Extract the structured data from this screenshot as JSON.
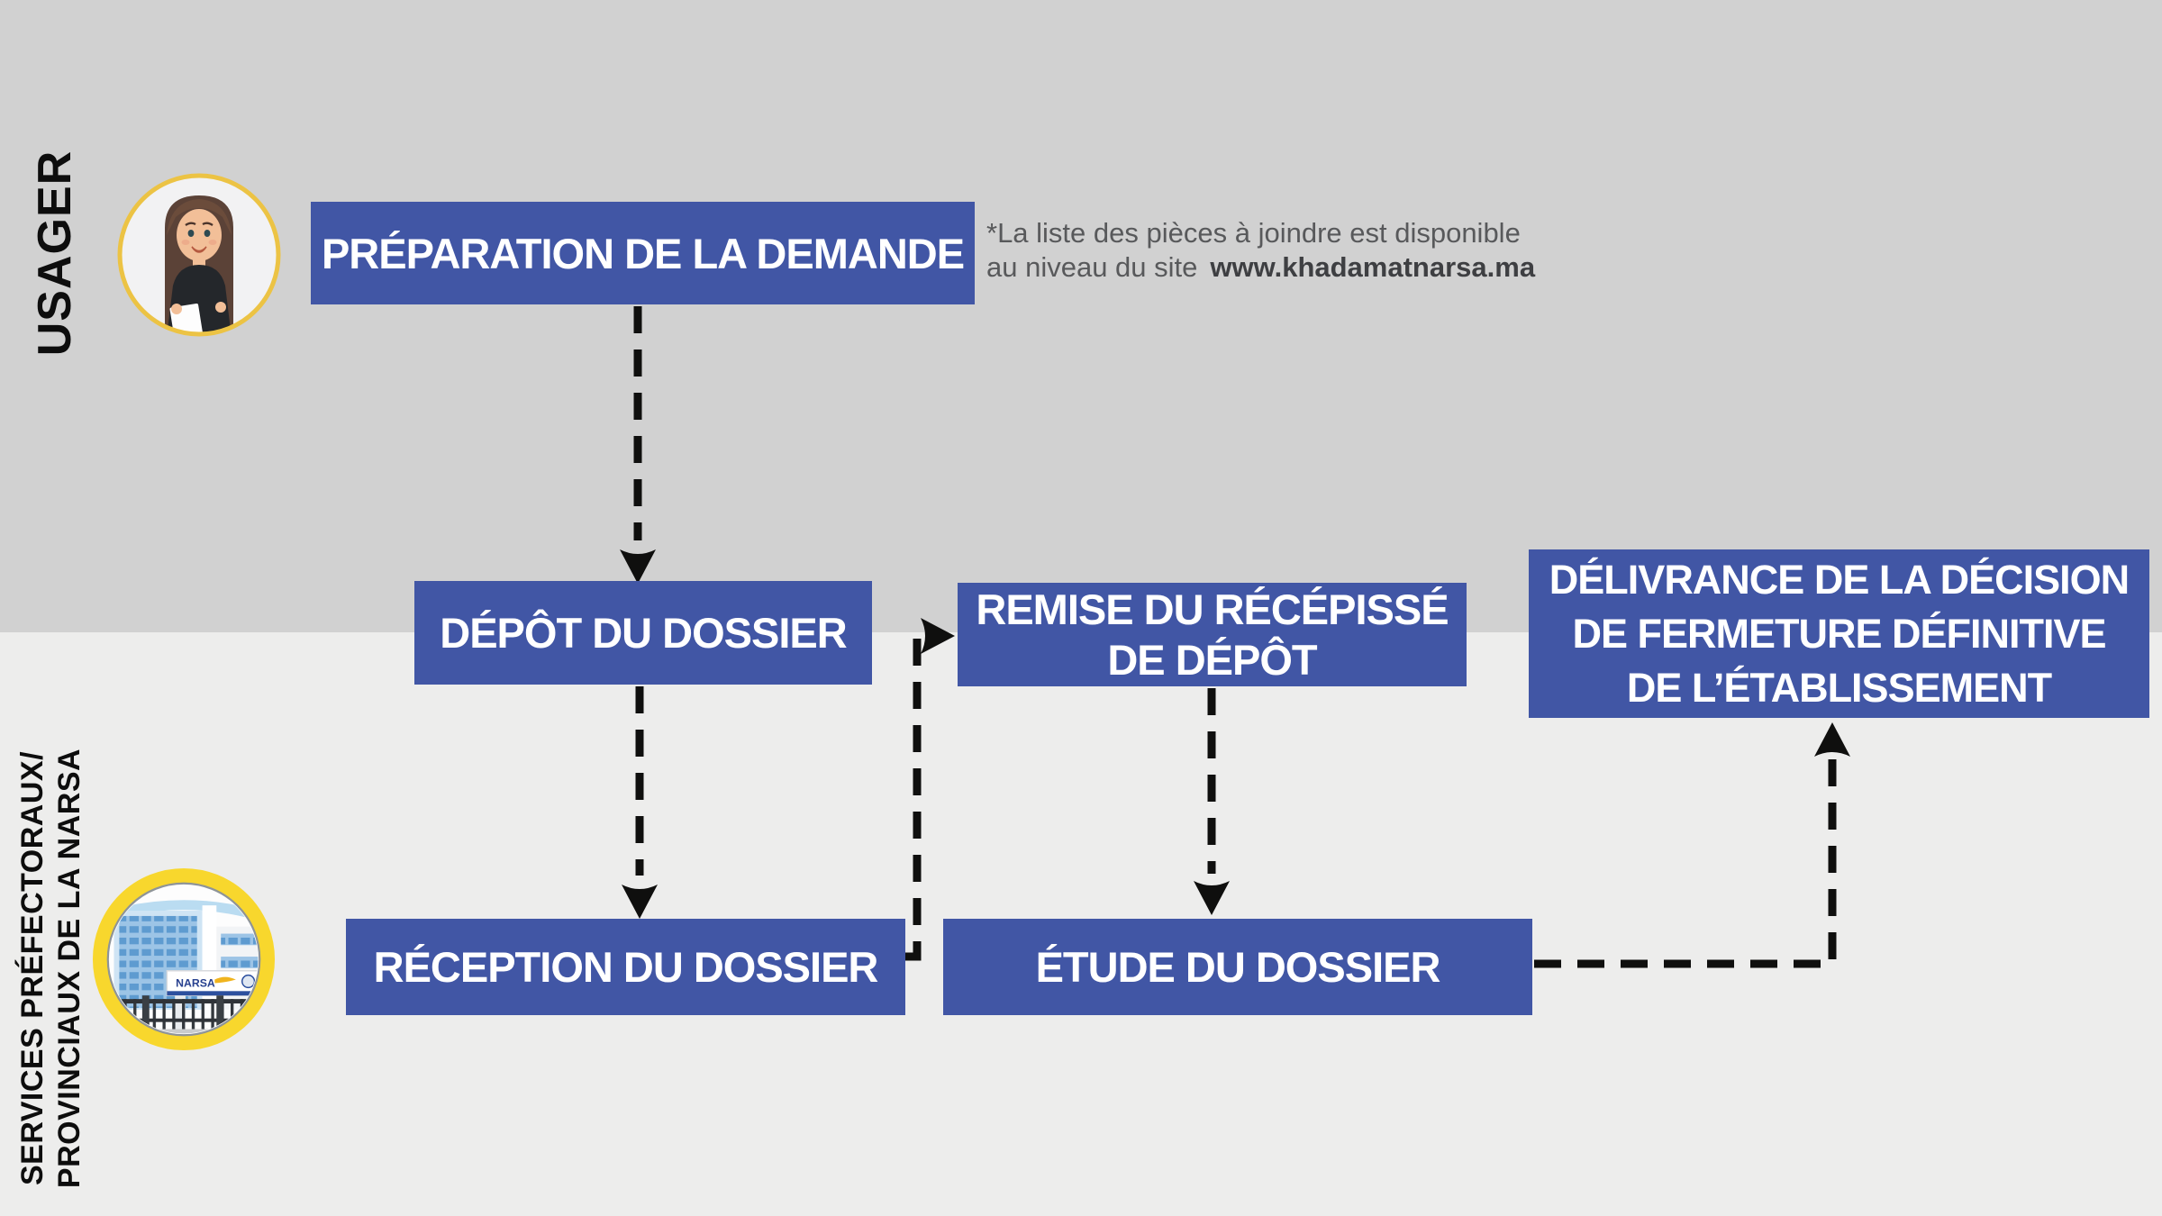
{
  "lanes": {
    "usager": {
      "label": "USAGER"
    },
    "services": {
      "label_line1": "SERVICES PRÉFECTORAUX/",
      "label_line2": "PROVINCIAUX DE LA NARSA"
    }
  },
  "steps": {
    "preparation": {
      "label": "PRÉPARATION DE LA DEMANDE"
    },
    "depot": {
      "label": "DÉPÔT DU DOSSIER"
    },
    "remise": {
      "line1": "REMISE DU RÉCÉPISSÉ",
      "line2": "DE DÉPÔT"
    },
    "delivrance": {
      "line1": "DÉLIVRANCE DE LA DÉCISION",
      "line2": "DE FERMETURE DÉFINITIVE",
      "line3": "DE L’ÉTABLISSEMENT"
    },
    "reception": {
      "label": "RÉCEPTION DU DOSSIER"
    },
    "etude": {
      "label": "ÉTUDE DU DOSSIER"
    }
  },
  "note": {
    "line1": "*La liste des pièces à joindre est disponible",
    "line2_prefix": "au niveau du site",
    "website": "www.khadamatnarsa.ma"
  },
  "icons": {
    "user_avatar": "woman-avatar-icon",
    "building": "narsa-building-icon",
    "building_sign_label": "NARSA"
  },
  "colors": {
    "box_blue": "#4156a5",
    "band_top_gray": "#d1d1d1",
    "band_bottom_gray": "#ededec",
    "connector_black": "#0f0f0e",
    "avatar_ring_yellow": "#ecc344",
    "building_ring_yellow": "#f8d72d",
    "note_gray": "#58595b"
  }
}
